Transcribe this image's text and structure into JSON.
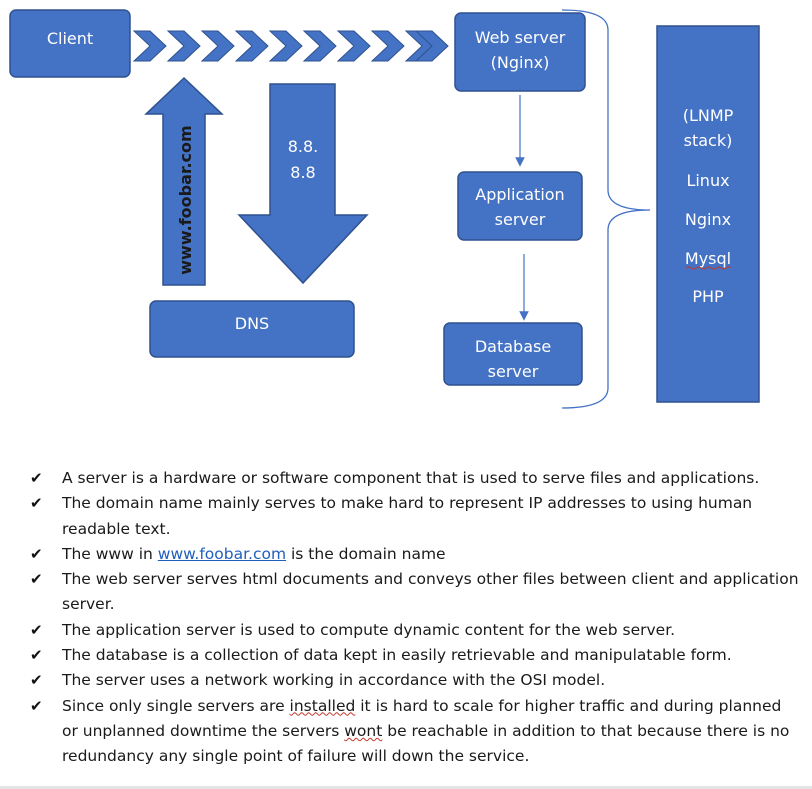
{
  "colors": {
    "box_fill": "#4472c4",
    "box_stroke": "#2f528f",
    "text_on_box": "#ffffff",
    "link": "#1f5fbf"
  },
  "diagram": {
    "client": "Client",
    "web_server": [
      "Web server",
      "(Nginx)"
    ],
    "app_server": [
      "Application",
      "server"
    ],
    "db_server": [
      "Database",
      "server"
    ],
    "dns": "DNS",
    "dns_ip": [
      "8.8.",
      "8.8"
    ],
    "domain_vertical": "www.foobar.com",
    "stack": [
      "(LNMP",
      "stack)",
      "Linux",
      "Nginx",
      "Mysql",
      "PHP"
    ]
  },
  "bullets": [
    {
      "text": "A server is a hardware or software component that is used to serve files and applications."
    },
    {
      "text": "The domain name mainly serves to make hard to represent IP addresses to using human readable text."
    },
    {
      "before": "The www in ",
      "link": "www.foobar.com",
      "after": " is the domain name"
    },
    {
      "text": "The web server serves html documents and conveys other files between client and application server."
    },
    {
      "text": "The application server is used to compute dynamic content for the web server."
    },
    {
      "text": "The database is a collection of data kept in easily retrievable and manipulatable form."
    },
    {
      "text": "The server uses a network working in accordance with the OSI model."
    },
    {
      "a": "Since only single servers are ",
      "w1": "installed",
      "b": " it is hard to scale for higher traffic and during planned or unplanned downtime the servers ",
      "w2": "wont",
      "c": " be reachable in addition to that because there is no redundancy any single point of failure will down the service."
    }
  ]
}
